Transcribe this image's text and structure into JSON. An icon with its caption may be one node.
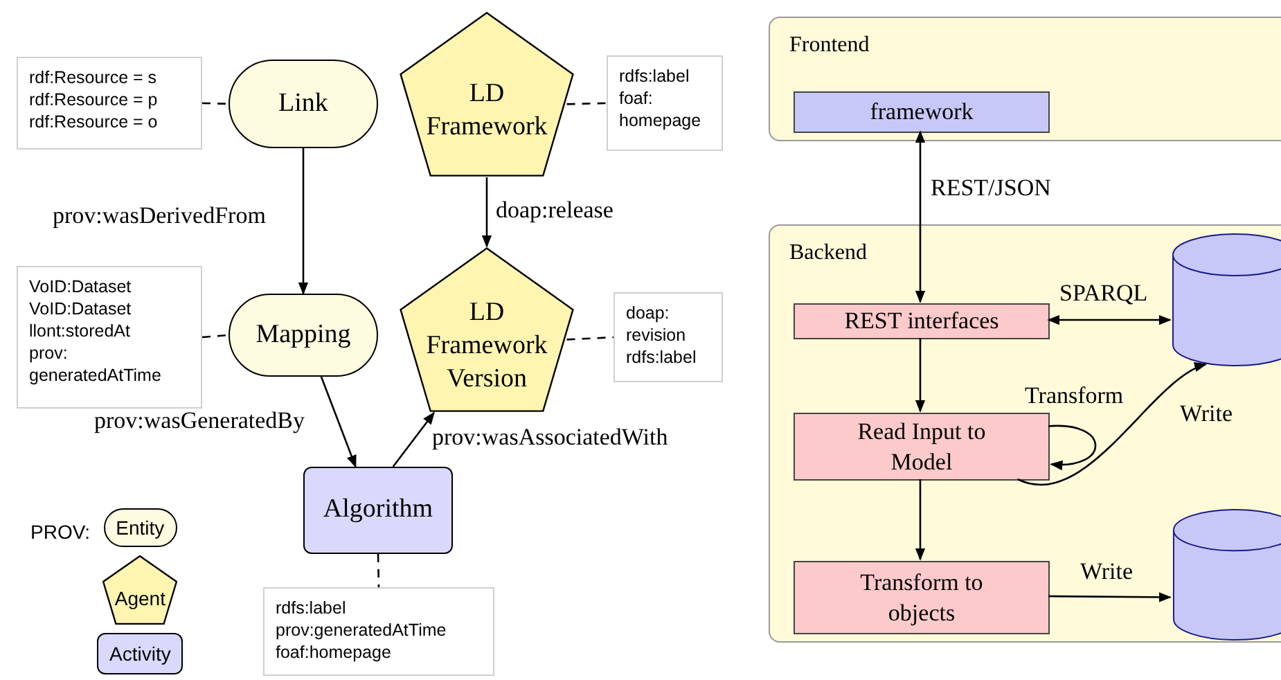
{
  "diagram": {
    "nodes": [
      {
        "text": [
          "Link"
        ]
      },
      {
        "text": [
          "LD Framework"
        ]
      },
      {
        "text": [
          "rdf:Resource = s",
          "rdf:Resource = p",
          "rdf:Resource = o"
        ]
      },
      {
        "text": [
          "rdfs:label",
          "foaf: homepage"
        ]
      },
      {
        "text": [
          "Mapping"
        ]
      },
      {
        "text": [
          "LD Framework Version"
        ]
      },
      {
        "text": [
          "VoID:Dataset",
          "VoID:Dataset",
          "llont:storedAt",
          "prov: generatedAtTime"
        ]
      },
      {
        "text": [
          "doap: revision",
          "rdfs:label"
        ]
      },
      {
        "text": [
          "Algorithm"
        ]
      },
      {
        "text": [
          "rdfs:label",
          "prov:generatedAtTime",
          "foaf:homepage"
        ]
      },
      {
        "text": [
          "Frontend"
        ]
      },
      {
        "text": [
          "framework"
        ],
        "in": 10
      },
      {
        "text": [
          "Backend"
        ]
      },
      {
        "text": [
          "REST interfaces"
        ],
        "in": 12
      },
      {
        "text": [
          "Read Input to Model"
        ],
        "in": 12
      },
      {
        "text": [
          "Transform to objects"
        ],
        "in": 12
      },
      {
        "text": [],
        "shape": "cylinder",
        "in": 12
      },
      {
        "text": [],
        "shape": "cylinder",
        "in": 12
      }
    ],
    "edges": [
      {
        "from": 2,
        "to": 0,
        "arrow": "none",
        "style": "dashed"
      },
      {
        "from": 0,
        "to": 4,
        "arrow": "to",
        "label": "prov:wasDerivedFrom"
      },
      {
        "from": 1,
        "to": 3,
        "arrow": "none",
        "style": "dashed"
      },
      {
        "from": 1,
        "to": 5,
        "arrow": "to",
        "label": "doap:release"
      },
      {
        "from": 6,
        "to": 4,
        "arrow": "none",
        "style": "dashed"
      },
      {
        "from": 5,
        "to": 7,
        "arrow": "none",
        "style": "dashed"
      },
      {
        "from": 4,
        "to": 8,
        "arrow": "to",
        "label": "prov:wasGeneratedBy"
      },
      {
        "from": 8,
        "to": 5,
        "arrow": "to",
        "label": "prov:wasAssociatedWith"
      },
      {
        "from": 8,
        "to": 9,
        "arrow": "none",
        "style": "dashed"
      },
      {
        "from": 11,
        "to": 13,
        "arrow": "both",
        "label": "REST/JSON"
      },
      {
        "from": 13,
        "to": 16,
        "arrow": "both",
        "label": "SPARQL"
      },
      {
        "from": 13,
        "to": 14,
        "arrow": "to"
      },
      {
        "from": 14,
        "to": 14,
        "arrow": "to",
        "label": "Transform"
      },
      {
        "from": 14,
        "to": 16,
        "arrow": "to",
        "label": "Write"
      },
      {
        "from": 14,
        "to": 15,
        "arrow": "to"
      },
      {
        "from": 15,
        "to": 17,
        "arrow": "to",
        "label": "Write"
      }
    ],
    "labels": [
      "PROV:"
    ],
    "legend": [
      {
        "text": "Entity"
      },
      {
        "text": "Agent"
      },
      {
        "text": "Activity"
      }
    ]
  }
}
